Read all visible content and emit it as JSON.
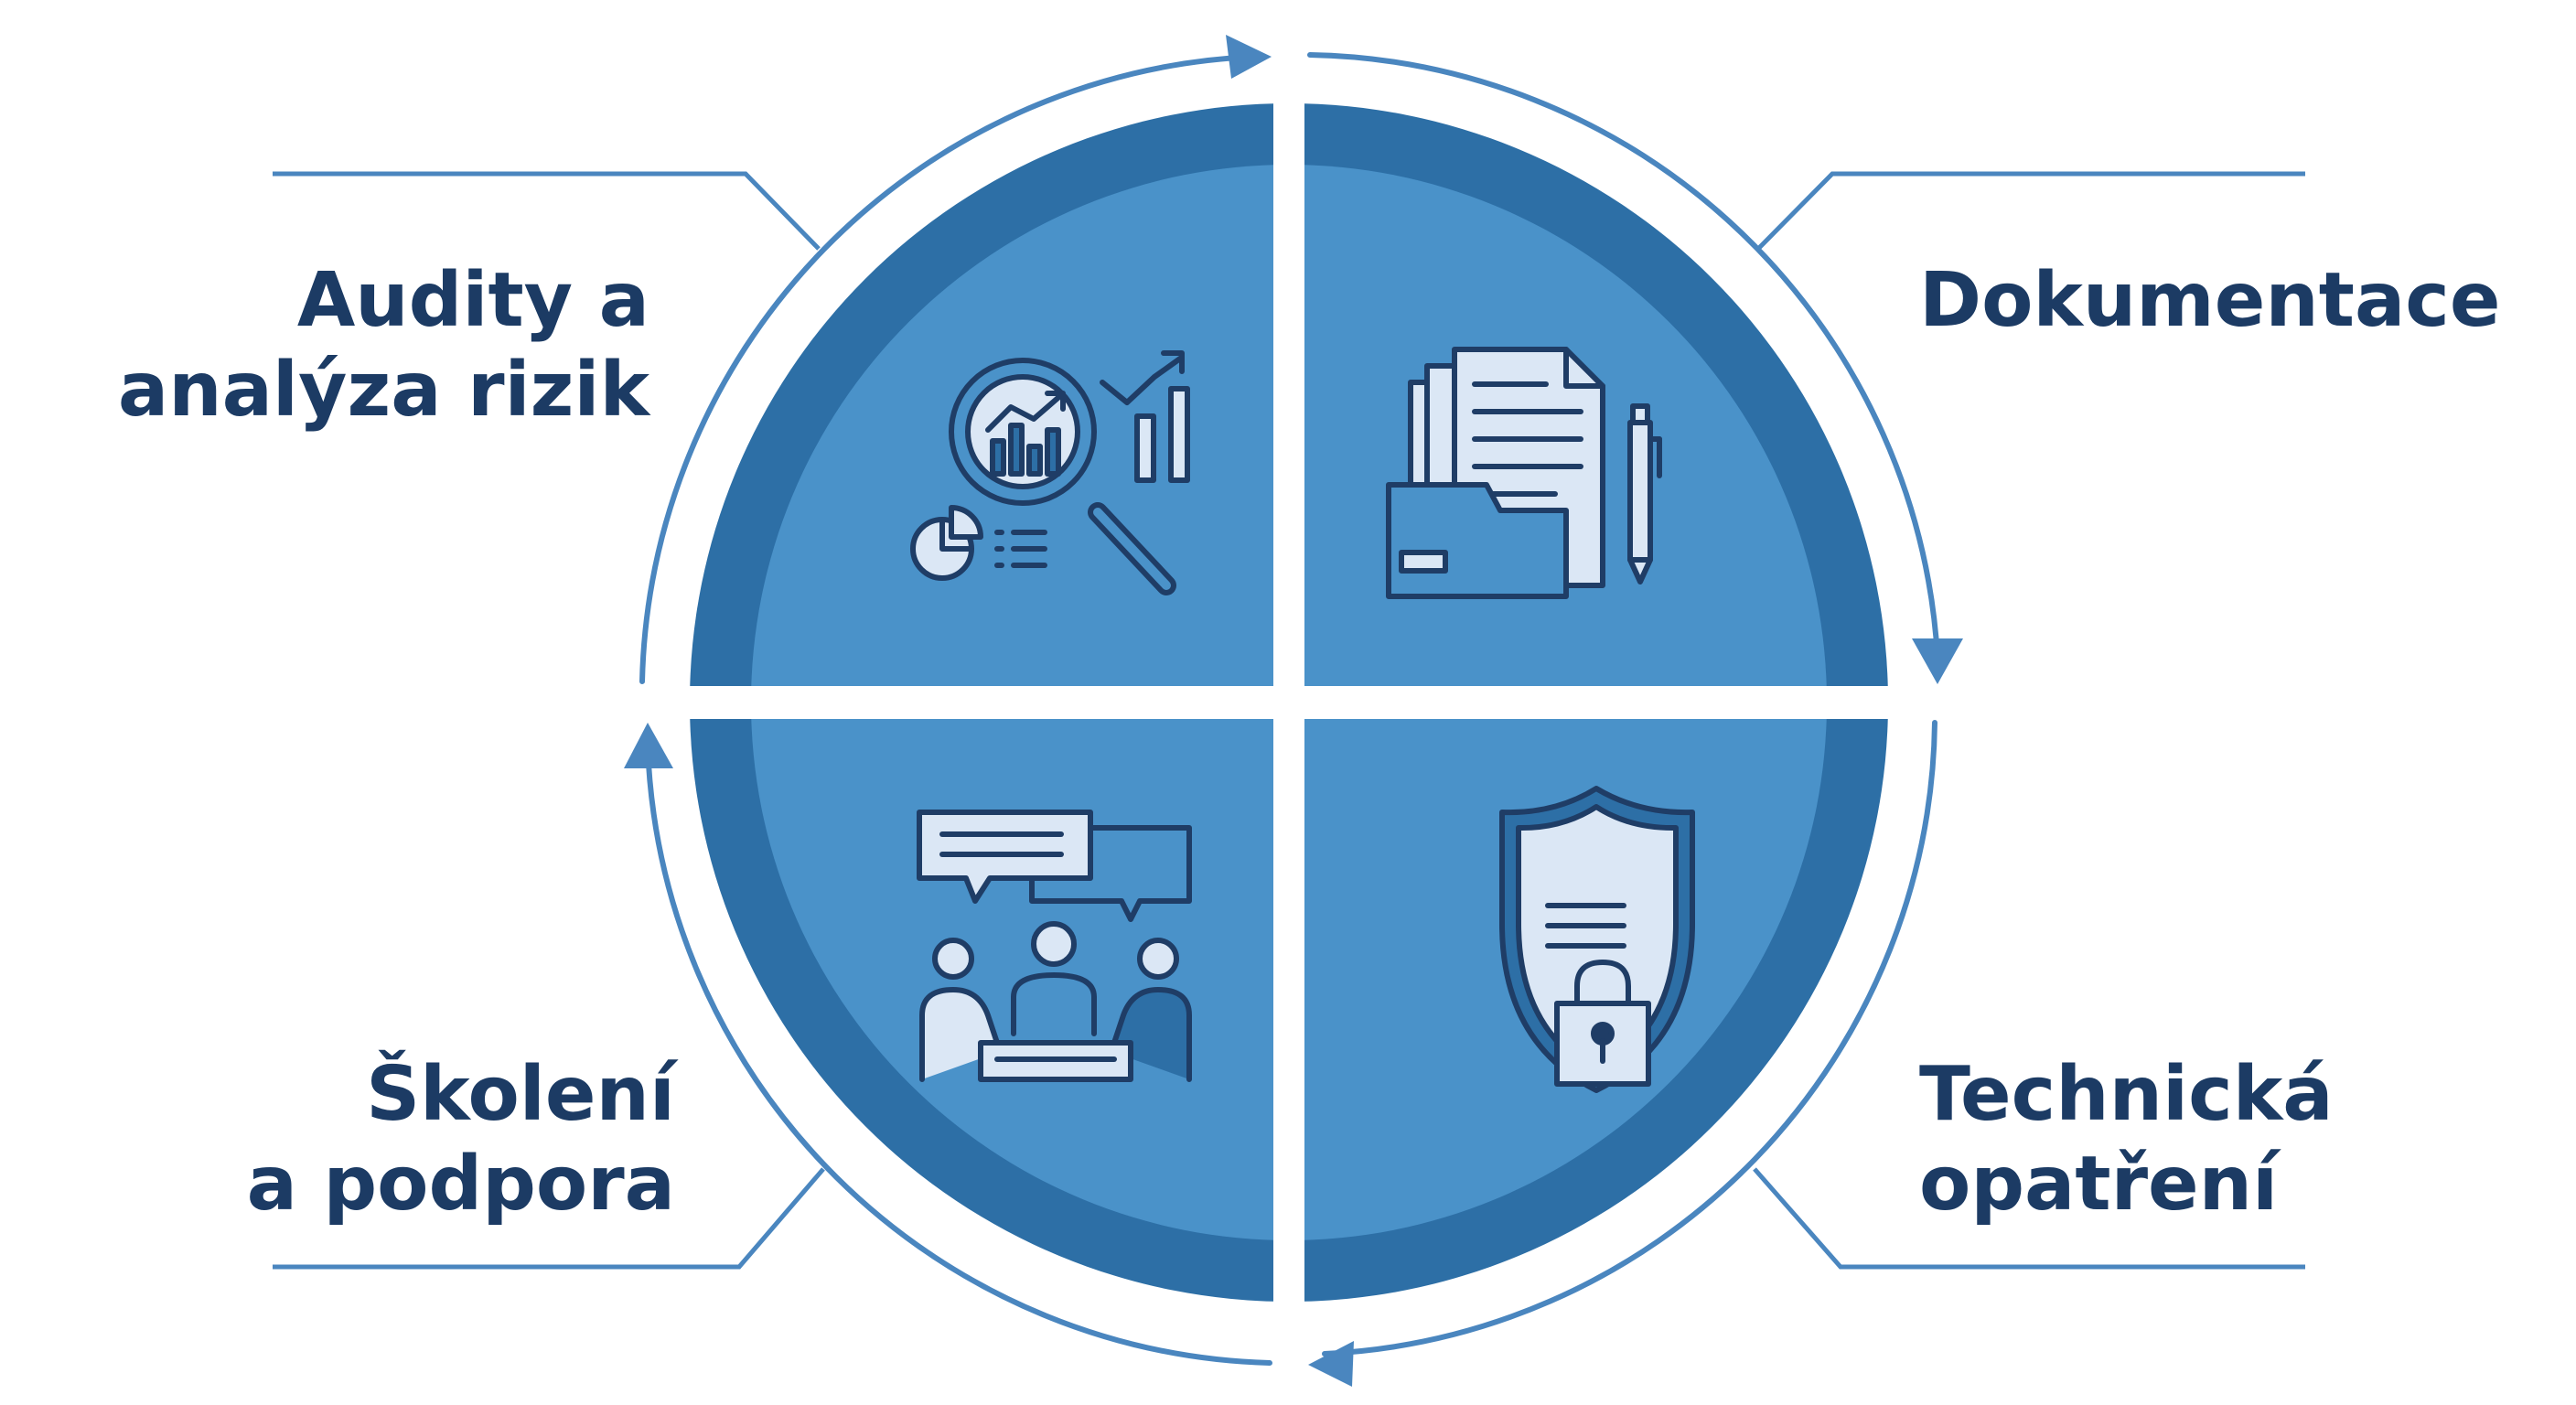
{
  "colors": {
    "outer_ring": "#2d6fa6",
    "inner_fill": "#4a92c9",
    "connector_line": "#4a86bf",
    "label_text": "#1c3b64",
    "icon_stroke": "#1f3d66",
    "icon_light_fill": "#dbe7f5"
  },
  "quadrants": {
    "top_left": {
      "line1": "Audity a",
      "line2": "analýza rizik",
      "icon": "magnifier-chart-icon"
    },
    "top_right": {
      "line1": "Dokumentace",
      "icon": "documents-folder-icon"
    },
    "bottom_left": {
      "line1": "Školení",
      "line2": "a podpora",
      "icon": "team-meeting-icon"
    },
    "bottom_right": {
      "line1": "Technická",
      "line2": "opatření",
      "icon": "shield-lock-icon"
    }
  },
  "cycle": {
    "direction": "clockwise",
    "arrows": [
      "right-arrow-icon",
      "down-arrow-icon",
      "left-arrow-icon",
      "up-arrow-icon"
    ]
  }
}
